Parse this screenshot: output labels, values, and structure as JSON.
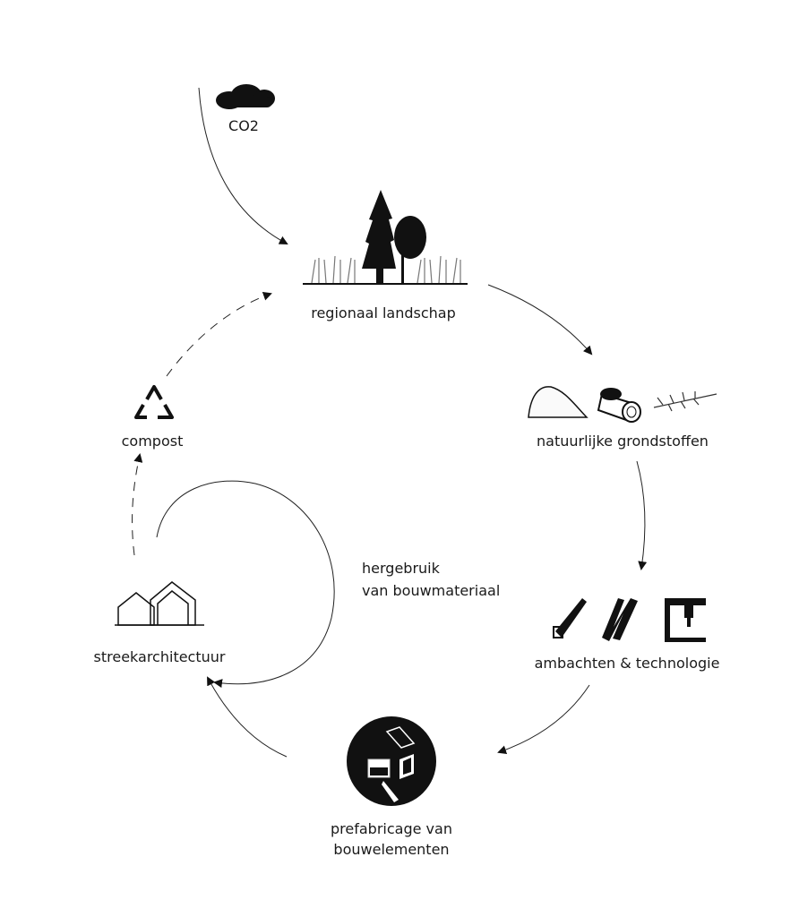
{
  "diagram": {
    "co2": {
      "label": "CO2"
    },
    "landscape": {
      "label": "regionaal landschap"
    },
    "materials": {
      "label": "natuurlijke grondstoffen"
    },
    "crafts": {
      "label": "ambachten & technologie"
    },
    "prefab": {
      "label_line1": "prefabricage van",
      "label_line2": "bouwelementen"
    },
    "architecture": {
      "label": "streekarchitectuur"
    },
    "reuse": {
      "label_line1": "hergebruik",
      "label_line2": "van bouwmateriaal"
    },
    "compost": {
      "label": "compost"
    }
  },
  "colors": {
    "ink": "#111111",
    "background": "#ffffff"
  }
}
